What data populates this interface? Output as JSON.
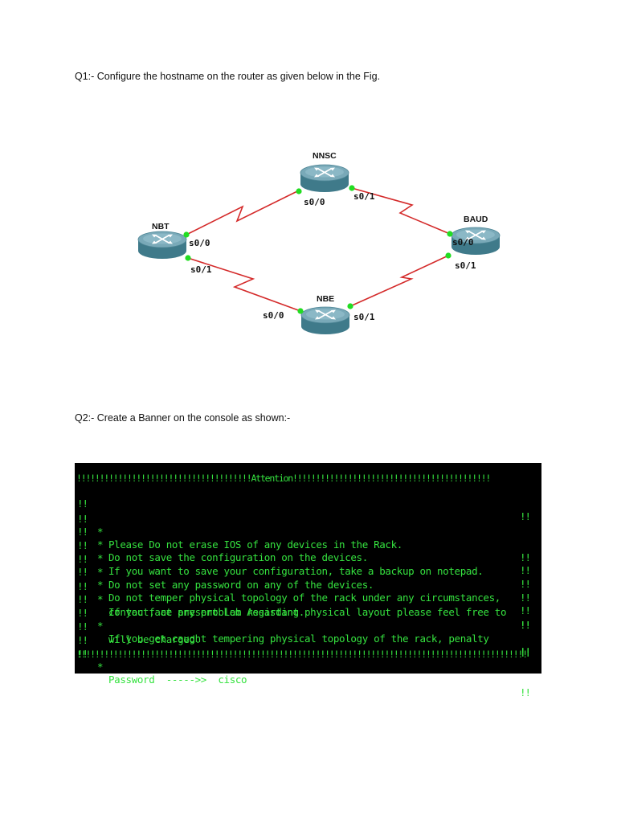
{
  "questions": {
    "q1": "Q1:- Configure the hostname on the router as given below in the Fig.",
    "q2": "Q2:- Create a Banner on the console as shown:-"
  },
  "topology": {
    "routers": [
      {
        "id": "nnsc",
        "name": "NNSC"
      },
      {
        "id": "nbt",
        "name": "NBT"
      },
      {
        "id": "baud",
        "name": "BAUD"
      },
      {
        "id": "nbe",
        "name": "NBE"
      }
    ],
    "port_labels": {
      "nnsc_s00": "s0/0",
      "nnsc_s01": "s0/1",
      "nbt_s00": "s0/0",
      "nbt_s01": "s0/1",
      "baud_s00": "s0/0",
      "baud_s01": "s0/1",
      "nbe_s00": "s0/0",
      "nbe_s01": "s0/1"
    },
    "colors": {
      "link": "#d42a2a",
      "port_dot": "#22dd22",
      "router_top": "#6f9fae",
      "router_side": "#3f7a8a"
    }
  },
  "banner": {
    "top_border": "!!!!!!!!!!!!!!!!!!!!!!!!!!!!!!!!!!!!!!Attention!!!!!!!!!!!!!!!!!!!!!!!!!!!!!!!!!!!!!!!!!!!",
    "bottom_border": "!!!!!!!!!!!!!!!!!!!!!!!!!!!!!!!!!!!!!!!!!!!!!!!!!!!!!!!!!!!!!!!!!!!!!!!!!!!!!!!!!!!!!!!!!!!!!!!!!!",
    "side": "!!",
    "bullet": "*",
    "lines": {
      "l1": "Please Do not erase IOS of any devices in the Rack.",
      "l2": "Do not save the configuration on the devices.",
      "l3": "If you want to save your configuration, take a backup on notepad.",
      "l4": "Do not set any password on any of the devices.",
      "l5": "Do not temper physical topology of the rack under any circumstances,",
      "l6": "If you face any problem regarding physical layout please feel free to",
      "l7": "contact, at present Lab Assistant.",
      "l8": "If you get caught tempering physical topology of the rack, penalty",
      "l9": "will be charged.",
      "l10": "Password  ----->>  cisco"
    },
    "colors": {
      "background": "#000000",
      "text": "#35e23f"
    }
  }
}
